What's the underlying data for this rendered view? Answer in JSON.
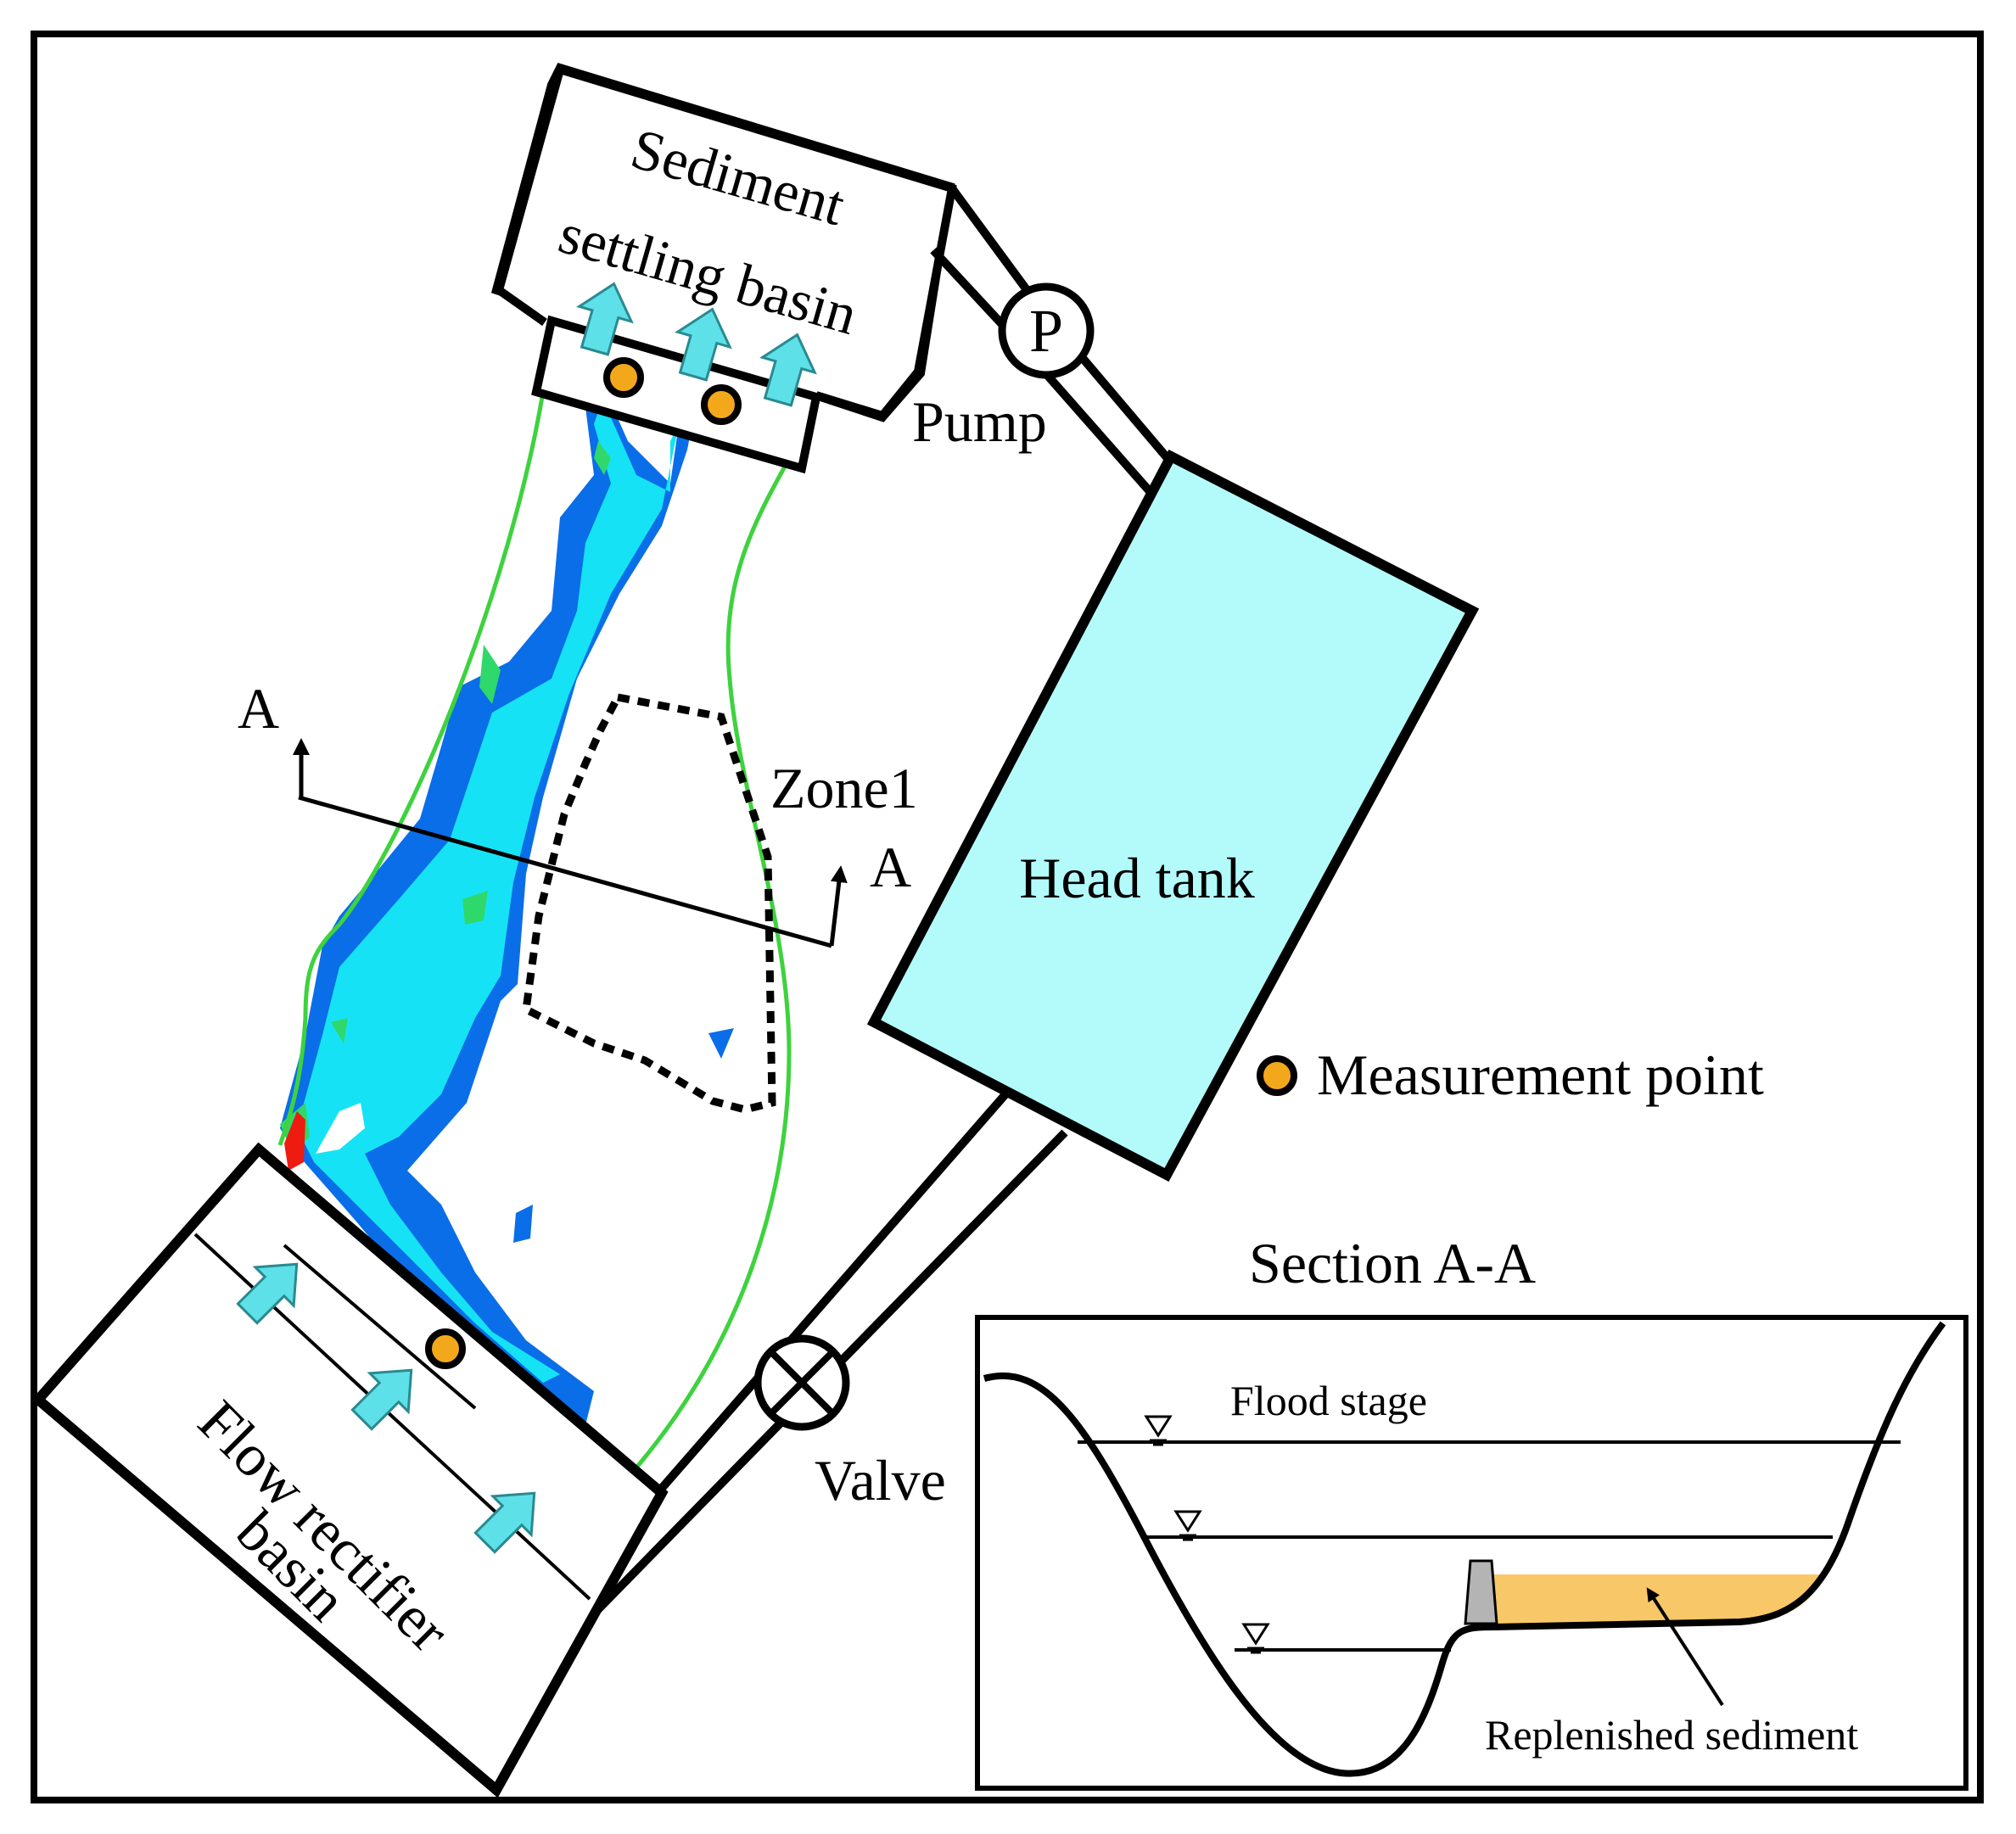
{
  "labels": {
    "sediment_basin": [
      "Sediment",
      "settling basin"
    ],
    "pump_symbol": "P",
    "pump": "Pump",
    "head_tank": "Head tank",
    "zone": "Zone1",
    "section_marker": "A",
    "measurement_point": "Measurement point",
    "valve": "Valve",
    "flow_basin": [
      "Flow rectifier",
      "basin"
    ],
    "section_title": "Section A-A",
    "flood_stage": "Flood stage",
    "replenished_sediment": "Replenished sediment"
  },
  "colors": {
    "head_tank": "#b3fbfb",
    "flow_arrow": "#5ee0e8",
    "measurement_point": "#f3a81c",
    "bank_line": "#3ed23e",
    "water_light": "#15e3f5",
    "water_deep": "#0a6ee8",
    "water_green": "#2fd86a",
    "water_red": "#ee1c10",
    "sediment": "#f8c868",
    "weir": "#b4b4b4"
  },
  "icons": [
    "pump-icon",
    "valve-icon",
    "flow-arrow-icon",
    "measurement-point-icon",
    "water-level-icon",
    "section-arrow-icon"
  ]
}
